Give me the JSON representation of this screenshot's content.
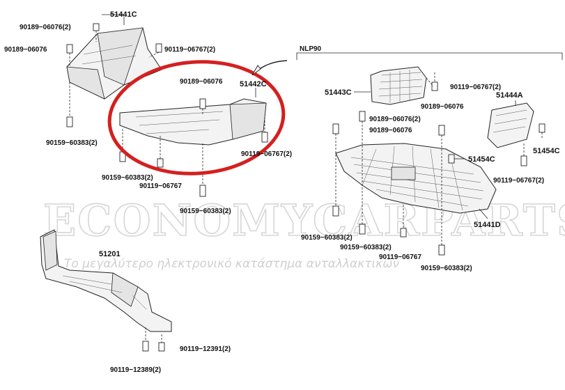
{
  "diagram": {
    "variant_label": "NLP90",
    "watermark": {
      "brand": "ECONOMYCARPARTS.GR",
      "slogan": "Το μεγαλύτερο ηλεκτρονικό κατάστημα ανταλλακτικών"
    },
    "callouts": {
      "p51441c": "51441C",
      "p51442c": "51442C",
      "p51443c": "51443C",
      "p51444a": "51444A",
      "p51454c_a": "51454C",
      "p51454c_b": "51454C",
      "p51441d": "51441D",
      "p51201": "51201",
      "b90189_06076_2_tl": "90189−06076(2)",
      "b90189_06076_l": "90189−06076",
      "b90119_06767_2_tl": "90119−06767(2)",
      "b90159_60383_2_l": "90159−60383(2)",
      "b90189_06076_c": "90189−06076",
      "b90119_06767_2_c": "90119−06767(2)",
      "b90159_60383_2_c": "90159−60383(2)",
      "b90119_06767_c": "90119−06767",
      "b90159_60383_2_cb": "90159−60383(2)",
      "b90119_06767_2_r1": "90119−06767(2)",
      "b90189_06076_r1": "90189−06076",
      "b90189_06076_2_r": "90189−06076(2)",
      "b90189_06076_r2": "90189−06076",
      "b90119_06767_2_r2": "90119−06767(2)",
      "b90159_60383_2_r1": "90159−60383(2)",
      "b90159_60383_2_r2": "90159−60383(2)",
      "b90119_06767_r": "90119−06767",
      "b90159_60383_2_r3": "90159−60383(2)",
      "b90119_12391_2": "90119−12391(2)",
      "b90119_12389_2": "90119−12389(2)"
    }
  }
}
